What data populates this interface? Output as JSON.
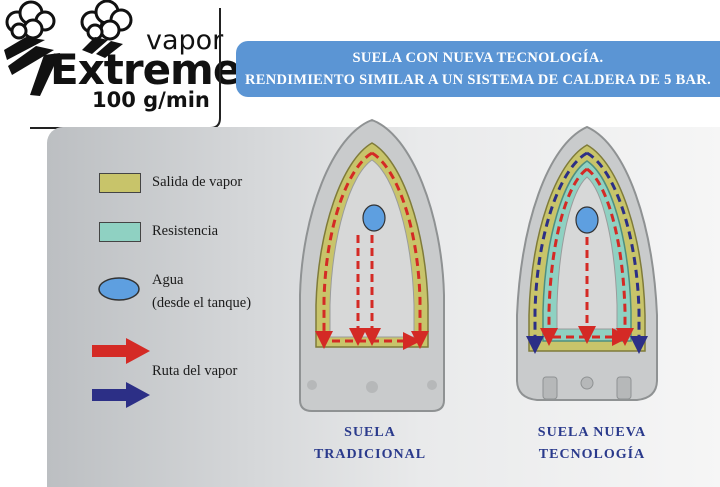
{
  "logo": {
    "top_word": "vapor",
    "brand": "Extreme",
    "rate": "100 g/min"
  },
  "banner": {
    "line1": "SUELA CON NUEVA TECNOLOGÍA.",
    "line2": "RENDIMIENTO SIMILAR A UN SISTEMA DE CALDERA DE 5 BAR."
  },
  "legend": {
    "steam_outlet": "Salida de vapor",
    "resistance": "Resistencia",
    "water_line1": "Agua",
    "water_line2": "(desde el tanque)",
    "steam_route": "Ruta del vapor"
  },
  "captions": {
    "traditional": [
      "SUELA",
      "TRADICIONAL"
    ],
    "new_tech": [
      "SUELA NUEVA",
      "TECNOLOGÍA"
    ]
  },
  "colors": {
    "banner": "#5b95d4",
    "steam_outlet": "#c8c46a",
    "resistance": "#8fd1c2",
    "water": "#5e9fe0",
    "arrow_red": "#d42a25",
    "arrow_blue": "#2c2f86",
    "caption_text": "#2a3a8c"
  }
}
